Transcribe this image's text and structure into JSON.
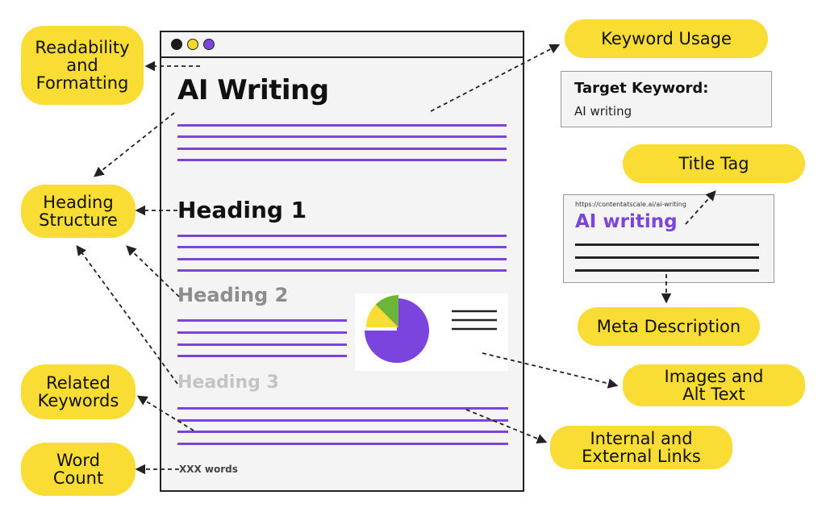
{
  "browser": {
    "page_title": "AI Writing",
    "heading_1": "Heading 1",
    "heading_2": "Heading 2",
    "heading_3": "Heading 3",
    "word_count": "XXX words"
  },
  "labels": {
    "readability": "Readability\nand\nFormatting",
    "heading_structure": "Heading\nStructure",
    "related_keywords": "Related\nKeywords",
    "word_count": "Word\nCount",
    "keyword_usage": "Keyword Usage",
    "title_tag": "Title Tag",
    "meta_description": "Meta Description",
    "images_alt_text": "Images and\nAlt Text",
    "internal_external_links": "Internal and\nExternal Links"
  },
  "keyword_box": {
    "heading": "Target Keyword:",
    "value": "AI writing"
  },
  "serp_box": {
    "url": "https://contentatscale.ai/ai-writing",
    "title": "AI writing"
  },
  "pie": {
    "slices": [
      {
        "name": "purple",
        "value": 75,
        "color": "#7b44dc"
      },
      {
        "name": "yellow",
        "value": 12.5,
        "color": "#f9dc34"
      },
      {
        "name": "green",
        "value": 12.5,
        "color": "#6db536"
      }
    ]
  },
  "colors": {
    "accent_purple": "#7b44dc",
    "accent_yellow": "#f9dc34",
    "accent_green": "#6db536"
  }
}
